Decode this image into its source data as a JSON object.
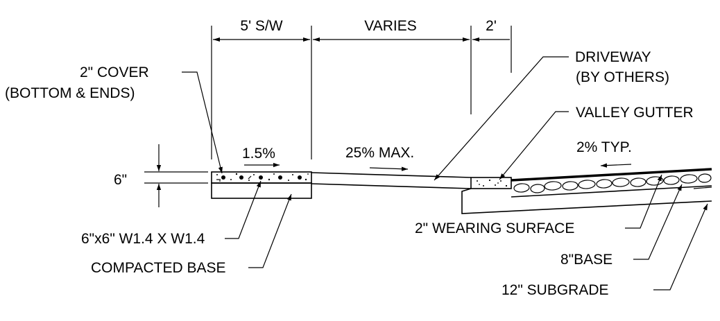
{
  "labels": {
    "sidewalk_width": "5' S/W",
    "varies": "VARIES",
    "two_ft": "2'",
    "cover_line1": "2\" COVER",
    "cover_line2": "(BOTTOM & ENDS)",
    "driveway_line1": "DRIVEWAY",
    "driveway_line2": "(BY OTHERS)",
    "valley_gutter": "VALLEY GUTTER",
    "slope_sidewalk": "1.5%",
    "slope_driveway": "25% MAX.",
    "slope_pavement": "2% TYP.",
    "thickness": "6\"",
    "mesh": "6\"x6\" W1.4 X W1.4",
    "compacted_base": "COMPACTED BASE",
    "wearing_surface": "2\" WEARING SURFACE",
    "base": "8\"BASE",
    "subgrade": "12\" SUBGRADE"
  }
}
